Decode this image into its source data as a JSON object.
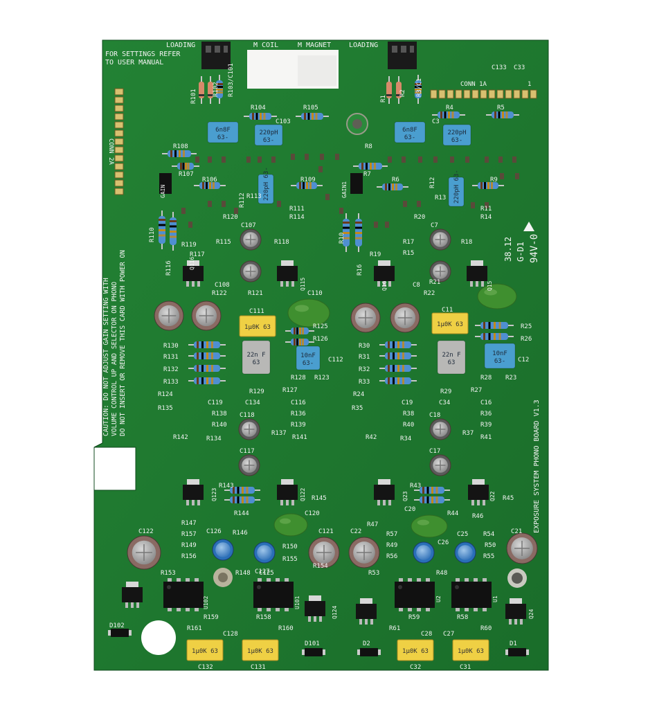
{
  "board": {
    "colors": {
      "pcb": "#1f7a2e",
      "pcb_dark": "#176426",
      "silkscreen": "#f4f4f4",
      "capacitor_blue": "#4a9ecf",
      "capacitor_yellow": "#efd044",
      "capacitor_green": "#3f8f2f",
      "electrolytic": "#8a6a63",
      "small_blue_cap": "#2a6fb8"
    },
    "top_labels": {
      "loading_left": "LOADING",
      "m_coil": "M COIL",
      "m_magnet": "M MAGNET",
      "loading_right": "LOADING"
    },
    "notes": {
      "settings_line1": "FOR SETTINGS REFER",
      "settings_line2": "TO USER MANUAL",
      "caution_line1": "CAUTION: DO NOT ADJUST GAIN SETTING WITH",
      "caution_line2": "VOLUME CONTROL UP AND SELECTOR ON PHONO",
      "caution_line3": "DO NOT INSERT OR REMOVE THIS CARD WITH POWER ON",
      "board_name": "EXPOSURE SYSTEM PHONO BOARD V1.3",
      "rating": "94V-0",
      "date_code": "38.12",
      "date_code2": "G-D1"
    },
    "connectors": {
      "conn_2a": "CONN 2A",
      "conn_1a": "CONN 1A",
      "conn_1a_pin": "1",
      "c133": "C133",
      "c33": "C33"
    },
    "parts": {
      "R101": "R101",
      "R102": "R102",
      "R103": "R103/C101",
      "R104": "R104",
      "R105": "R105",
      "C103": "C103",
      "R1": "R1",
      "R2": "R2",
      "R3": "R3/C1",
      "R4": "R4",
      "R5": "R5",
      "C3": "C3",
      "R108": "R108",
      "R8": "R8",
      "R107": "R107",
      "R106": "R106",
      "R7": "R7",
      "R6": "R6",
      "GAIN": "GAIN",
      "GAIN1": "GAIN1",
      "R112": "R112",
      "R113": "R113",
      "R109": "R109",
      "R9": "R9",
      "R12": "R12",
      "R13": "R13",
      "R111": "R111",
      "R114": "R114",
      "R11": "R11",
      "R14": "R14",
      "R110": "R110",
      "R10": "R10",
      "R120": "R120",
      "R20": "R20",
      "C107": "C107",
      "C7": "C7",
      "R115": "R115",
      "R15": "R15",
      "R118": "R118",
      "R18": "R18",
      "R119": "R119",
      "R19": "R19",
      "R116": "R116",
      "R16": "R16",
      "R117": "R117",
      "R17": "R17",
      "C108": "C108",
      "C8": "C8",
      "R122": "R122",
      "R121": "R121",
      "R22": "R22",
      "R21": "R21",
      "C110": "C110",
      "C111": "C111",
      "C11": "C11",
      "R125": "R125",
      "R126": "R126",
      "R25": "R25",
      "R26": "R26",
      "R130": "R130",
      "R131": "R131",
      "R132": "R132",
      "R133": "R133",
      "R30": "R30",
      "R31": "R31",
      "R32": "R32",
      "R33": "R33",
      "C112": "C112",
      "C12": "C12",
      "R128": "R128",
      "R123": "R123",
      "R28": "R28",
      "R23": "R23",
      "R129": "R129",
      "R127": "R127",
      "R29": "R29",
      "R27": "R27",
      "R124": "R124",
      "R24": "R24",
      "R135": "R135",
      "R35": "R35",
      "C119": "C119",
      "C134": "C134",
      "C116": "C116",
      "C19": "C19",
      "C34": "C34",
      "C16": "C16",
      "R138": "R138",
      "R136": "R136",
      "R38": "R38",
      "R36": "R36",
      "C118": "C118",
      "C18": "C18",
      "R140": "R140",
      "R139": "R139",
      "R40": "R40",
      "R39": "R39",
      "R142": "R142",
      "R134": "R134",
      "R137": "R137",
      "R141": "R141",
      "R42": "R42",
      "R34": "R34",
      "R37": "R37",
      "R41": "R41",
      "C117": "C117",
      "C17": "C17",
      "R143": "R143",
      "R43": "R43",
      "R145": "R145",
      "R45": "R45",
      "R144": "R144",
      "R44": "R44",
      "C120": "C120",
      "C20": "C20",
      "C122": "C122",
      "C121": "C121",
      "C22": "C22",
      "C21": "C21",
      "R147": "R147",
      "R47": "R47",
      "R157": "R157",
      "R57": "R57",
      "R149": "R149",
      "R49": "R49",
      "R156": "R156",
      "R56": "R56",
      "R146": "R146",
      "R46": "R46",
      "C126": "C126",
      "C26": "C26",
      "C125": "C125",
      "C25": "C25",
      "R150": "R150",
      "R50": "R50",
      "R155": "R155",
      "R55": "R55",
      "R154": "R154",
      "R54": "R54",
      "R153": "R153",
      "R53": "R53",
      "R148": "R148",
      "R48": "R48",
      "C127": "C127",
      "U102": "U102",
      "U101": "U101",
      "U2": "U2",
      "U1": "U1",
      "R159": "R159",
      "R158": "R158",
      "R59": "R59",
      "R58": "R58",
      "R161": "R161",
      "C128": "C128",
      "R160": "R160",
      "R61": "R61",
      "C28": "C28",
      "C27": "C27",
      "R60": "R60",
      "D102": "D102",
      "D101": "D101",
      "D2": "D2",
      "D1": "D1",
      "C132": "C132",
      "C131": "C131",
      "C32": "C32",
      "C31": "C31",
      "Q124": "Q124",
      "Q24": "Q24",
      "Q123": "Q123",
      "Q122": "Q122",
      "Q23": "Q23",
      "Q22": "Q22",
      "Q116": "Q116",
      "Q115": "Q115",
      "Q16": "Q16",
      "Q15": "Q15"
    },
    "cap_markings": {
      "blue_6n8": "6n8F",
      "blue_63": "63-",
      "blue_220p": "220pH",
      "blue_10n": "10nF",
      "yellow": "1µ0K 63",
      "grey_22n": "22n F",
      "grey_63": "63",
      "vertical_220p": "220pH 63-"
    }
  }
}
